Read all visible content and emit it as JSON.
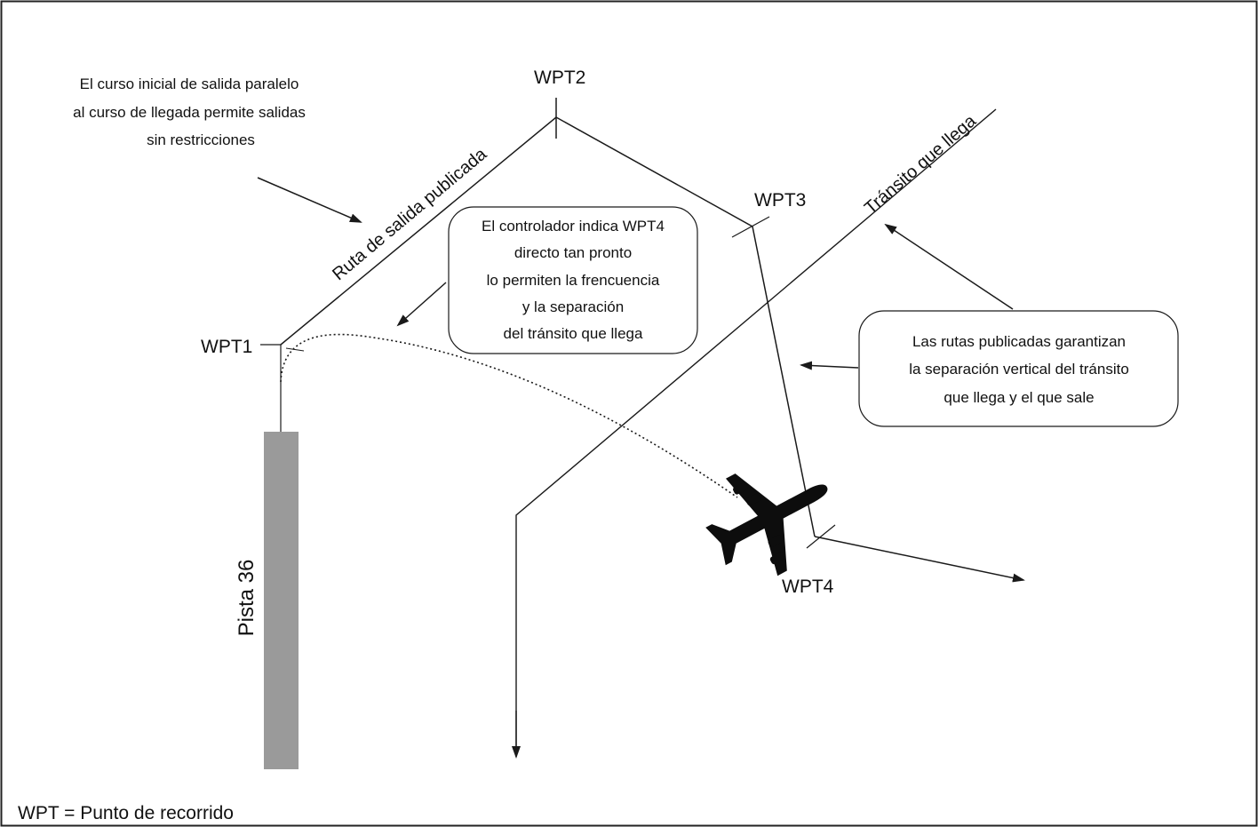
{
  "colors": {
    "line": "#1a1a1a",
    "runway": "#9a9a9a",
    "aircraft": "#0d0d0d",
    "background": "#ffffff"
  },
  "waypoints": {
    "wpt1": "WPT1",
    "wpt2": "WPT2",
    "wpt3": "WPT3",
    "wpt4": "WPT4"
  },
  "note_top_left": [
    "El curso inicial de salida paralelo",
    "al curso de llegada permite salidas",
    "sin restricciones"
  ],
  "route_labels": {
    "departure_route": "Ruta de salida publicada",
    "arriving_traffic": "Tránsito que llega"
  },
  "callout_controller": [
    "El controlador indica WPT4",
    "directo tan pronto",
    "lo permiten la frencuencia",
    "y la separación",
    "del tránsito que llega"
  ],
  "callout_routes": [
    "Las rutas publicadas garantizan",
    "la separación vertical del tránsito",
    "que llega y el que sale"
  ],
  "runway_label": "Pista 36",
  "legend": "WPT = Punto de recorrido",
  "icons": {
    "aircraft": "airplane-icon"
  }
}
